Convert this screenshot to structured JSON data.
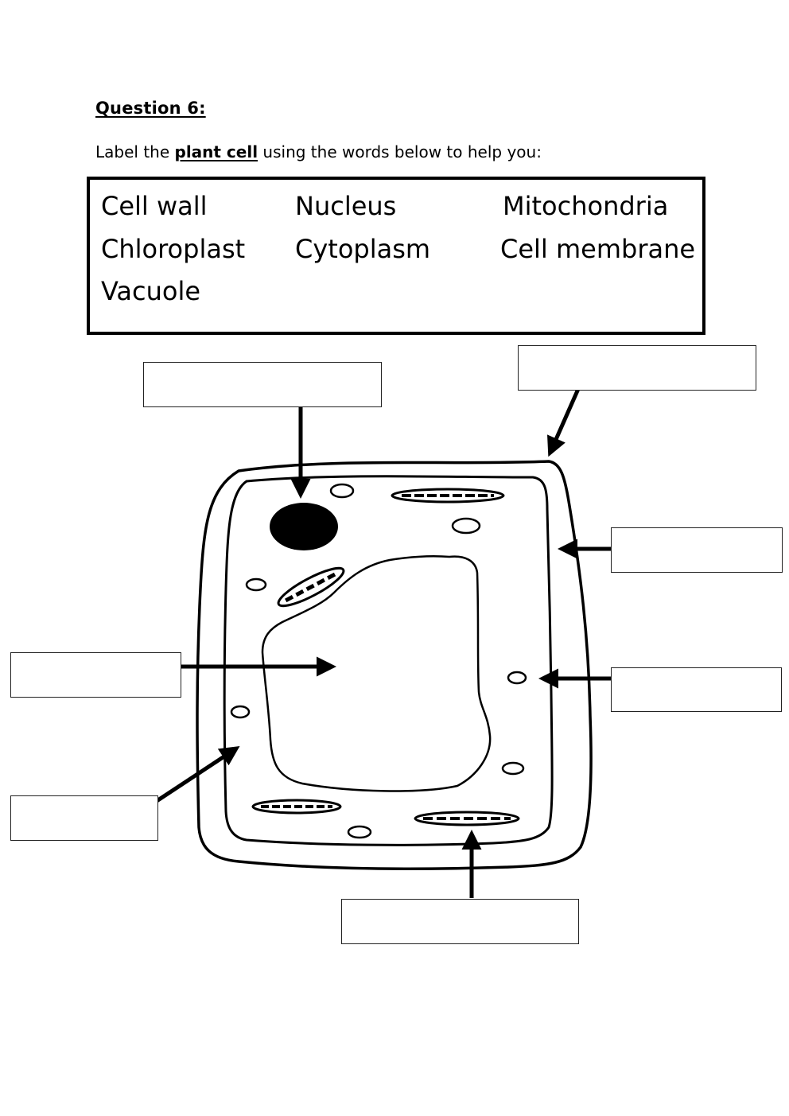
{
  "question": {
    "title": "Question 6:",
    "instruction_prefix": "Label the ",
    "instruction_emphasis": "plant cell",
    "instruction_suffix": " using the words below to help you:"
  },
  "word_bank": {
    "words": [
      "Cell wall",
      "Nucleus",
      "Mitochondria",
      "Chloroplast",
      "Cytoplasm",
      "Cell membrane",
      "Vacuole"
    ]
  },
  "diagram": {
    "subject": "plant cell",
    "label_boxes": [
      {
        "id": "top-left",
        "value": "",
        "points_to": "nucleus"
      },
      {
        "id": "top-right",
        "value": "",
        "points_to": "cell wall"
      },
      {
        "id": "right-upper",
        "value": "",
        "points_to": "cell membrane"
      },
      {
        "id": "left-middle",
        "value": "",
        "points_to": "vacuole"
      },
      {
        "id": "right-middle",
        "value": "",
        "points_to": "small organelle"
      },
      {
        "id": "left-lower",
        "value": "",
        "points_to": "cytoplasm"
      },
      {
        "id": "bottom",
        "value": "",
        "points_to": "chloroplast"
      }
    ]
  }
}
